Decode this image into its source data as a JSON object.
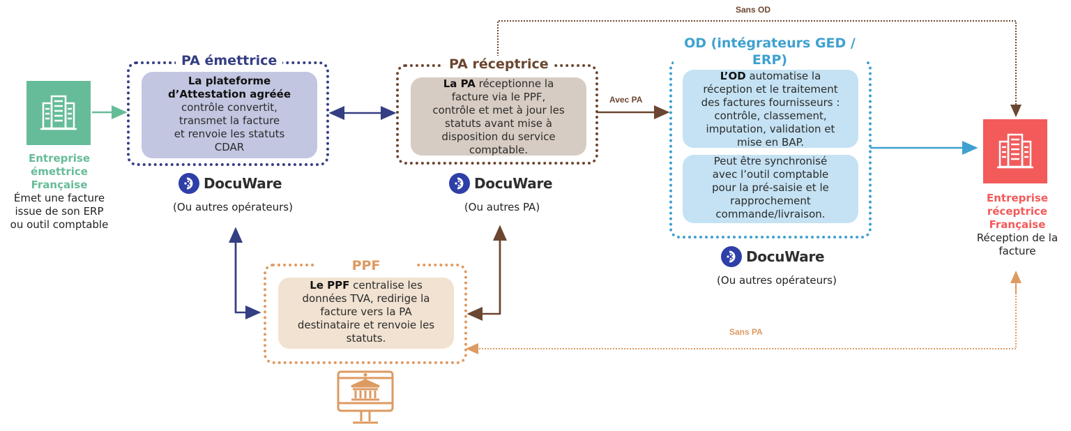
{
  "colors": {
    "emitter_green": "#66bc98",
    "receiver_red": "#f35a5a",
    "pa_emettrice": "#343e82",
    "pa_receptrice": "#6b4630",
    "od_blue": "#3ea1d0",
    "ppf_orange": "#dd9a62",
    "docuware_blue": "#2e3fa8"
  },
  "emitter": {
    "icon": "building-icon",
    "title": "Entreprise émettrice Française",
    "title_lines": [
      "Entreprise",
      "émettrice",
      "Française"
    ],
    "desc_lines": [
      "Émet une facture",
      "issue de son ERP",
      "ou outil comptable"
    ]
  },
  "receiver": {
    "icon": "building-icon",
    "title_lines": [
      "Entreprise",
      "réceptrice",
      "Française"
    ],
    "desc_lines": [
      "Réception de la",
      "facture"
    ]
  },
  "pa_emettrice": {
    "title": "PA émettrice",
    "bold_lines": [
      "La plateforme",
      "d’Attestation agréée"
    ],
    "text_lines": [
      "contrôle convertit,",
      "transmet la facture",
      "et renvoie les statuts",
      "CDAR"
    ],
    "brand": "DocuWare",
    "operators": "(Ou autres opérateurs)"
  },
  "pa_receptrice": {
    "title": "PA réceptrice",
    "bold": "La PA",
    "text_first": " réceptionne la",
    "text_lines": [
      "facture via le PPF,",
      "contrôle et met à jour les",
      "statuts avant mise à",
      "disposition du service",
      "comptable."
    ],
    "brand": "DocuWare",
    "operators": "(Ou autres PA)"
  },
  "od": {
    "title_lines": [
      "OD (intégrateurs GED /",
      "ERP)"
    ],
    "card1_bold": "L’OD",
    "card1_first": " automatise la",
    "card1_lines": [
      "réception et le traitement",
      "des factures fournisseurs :",
      "contrôle, classement,",
      "imputation, validation et",
      "mise en BAP."
    ],
    "card2_lines": [
      "Peut être synchronisé",
      "avec l’outil comptable",
      "pour la pré-saisie et le",
      "rapprochement",
      "commande/livraison."
    ],
    "brand": "DocuWare",
    "operators": "(Ou autres opérateurs)"
  },
  "ppf": {
    "title": "PPF",
    "bold": "Le PPF",
    "text_first": " centralise les",
    "text_lines": [
      "données TVA, redirige la",
      "facture vers la PA",
      "destinataire et renvoie les",
      "statuts."
    ],
    "icon": "government-monitor-icon"
  },
  "edges": {
    "sans_od": "Sans OD",
    "avec_pa": "Avec PA",
    "sans_pa": "Sans PA"
  }
}
